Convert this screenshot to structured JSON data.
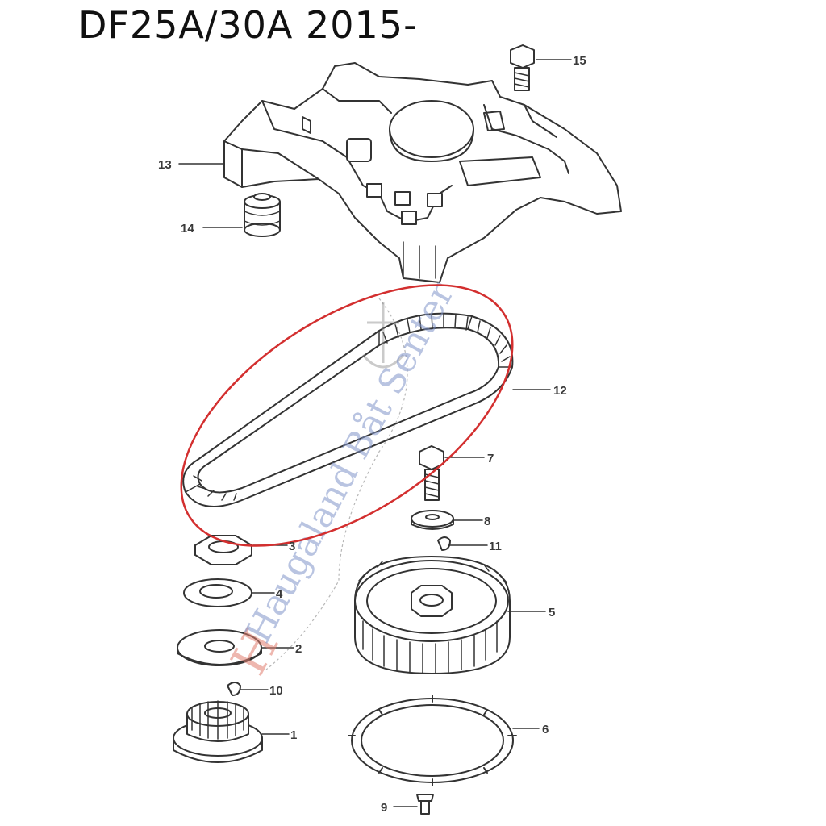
{
  "title": "DF25A/30A 2015-",
  "watermark": "Haugaland Båt Senter",
  "highlight_color": "#d32f2f",
  "callouts": [
    {
      "num": "1",
      "part": "crank timing pulley"
    },
    {
      "num": "2",
      "part": "belt guide plate"
    },
    {
      "num": "3",
      "part": "nut"
    },
    {
      "num": "4",
      "part": "belt guide plate"
    },
    {
      "num": "5",
      "part": "camshaft timing pulley"
    },
    {
      "num": "6",
      "part": "trigger ring"
    },
    {
      "num": "7",
      "part": "bolt"
    },
    {
      "num": "8",
      "part": "washer"
    },
    {
      "num": "9",
      "part": "screw"
    },
    {
      "num": "10",
      "part": "key"
    },
    {
      "num": "11",
      "part": "key"
    },
    {
      "num": "12",
      "part": "timing belt"
    },
    {
      "num": "13",
      "part": "timing belt cover"
    },
    {
      "num": "14",
      "part": "grommet"
    },
    {
      "num": "15",
      "part": "bolt"
    }
  ]
}
